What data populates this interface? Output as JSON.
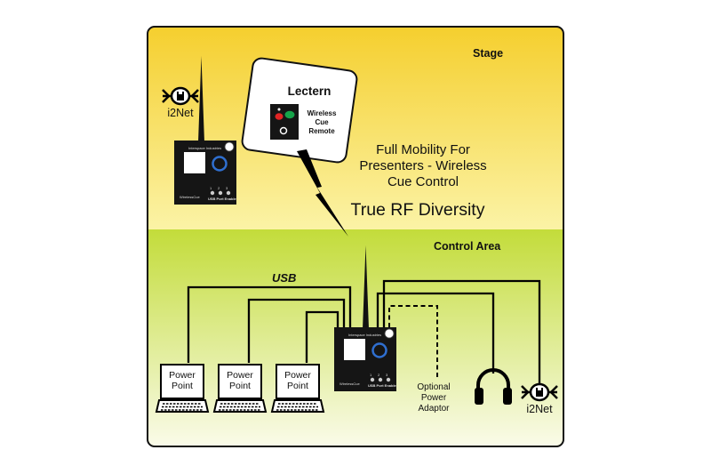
{
  "zones": {
    "stage": {
      "label": "Stage"
    },
    "control": {
      "label": "Control Area"
    }
  },
  "network_logo": {
    "label": "i2Net"
  },
  "lectern": {
    "label": "Lectern",
    "remote_line1": "Wireless",
    "remote_line2": "Cue",
    "remote_line3": "Remote"
  },
  "device": {
    "brand": "Interspace Industries",
    "model": "WirelessCue",
    "ports_label": "USB Port Enable",
    "port_numbers": [
      "1",
      "2",
      "3"
    ]
  },
  "callouts": {
    "mobility_line1": "Full Mobility For",
    "mobility_line2": "Presenters - Wireless",
    "mobility_line3": "Cue Control",
    "diversity": "True RF Diversity"
  },
  "connections": {
    "usb_label": "USB"
  },
  "laptops": [
    {
      "line1": "Power",
      "line2": "Point"
    },
    {
      "line1": "Power",
      "line2": "Point"
    },
    {
      "line1": "Power",
      "line2": "Point"
    }
  ],
  "power_adaptor": {
    "line1": "Optional",
    "line2": "Power",
    "line3": "Adaptor"
  },
  "colors": {
    "stage_top": "#f5cf2e",
    "stage_bottom": "#fbf3a6",
    "control_top": "#c3dc3a",
    "control_bottom": "#fafbe9",
    "led_red": "#e02424",
    "led_green": "#16a34a",
    "ring_blue": "#2f6fd0"
  }
}
